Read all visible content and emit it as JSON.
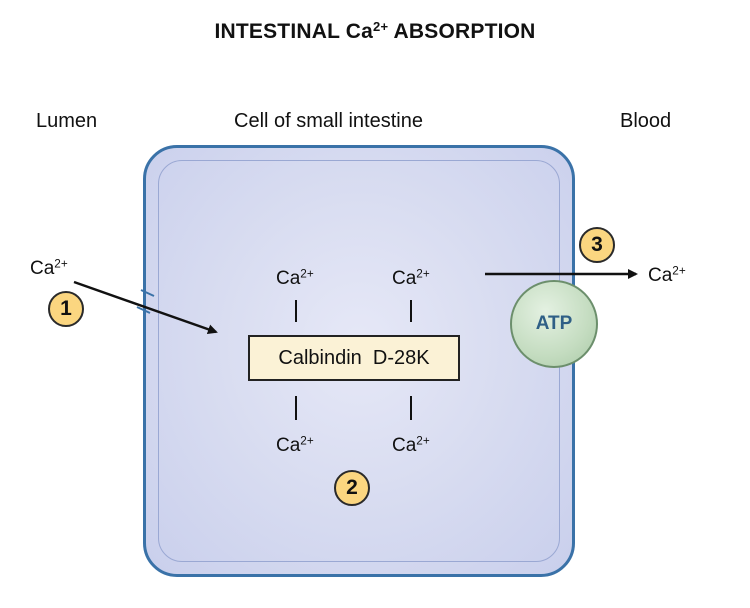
{
  "title": {
    "main": "INTESTINAL Ca",
    "sup": "2+",
    "rest": " ABSORPTION"
  },
  "regions": {
    "lumen": "Lumen",
    "cell": "Cell of small intestine",
    "blood": "Blood"
  },
  "ion": {
    "symbol": "Ca",
    "charge": "2+"
  },
  "protein": {
    "label": "Calbindin  D-28K"
  },
  "pump": {
    "label": "ATP"
  },
  "steps": [
    "1",
    "2",
    "3"
  ],
  "colors": {
    "cell_border": "#3a72a8",
    "cell_fill": "#d9ddf1",
    "badge_fill": "#fbd680",
    "atp_fill": "#c4dcc0",
    "atp_text": "#2f5f86"
  }
}
